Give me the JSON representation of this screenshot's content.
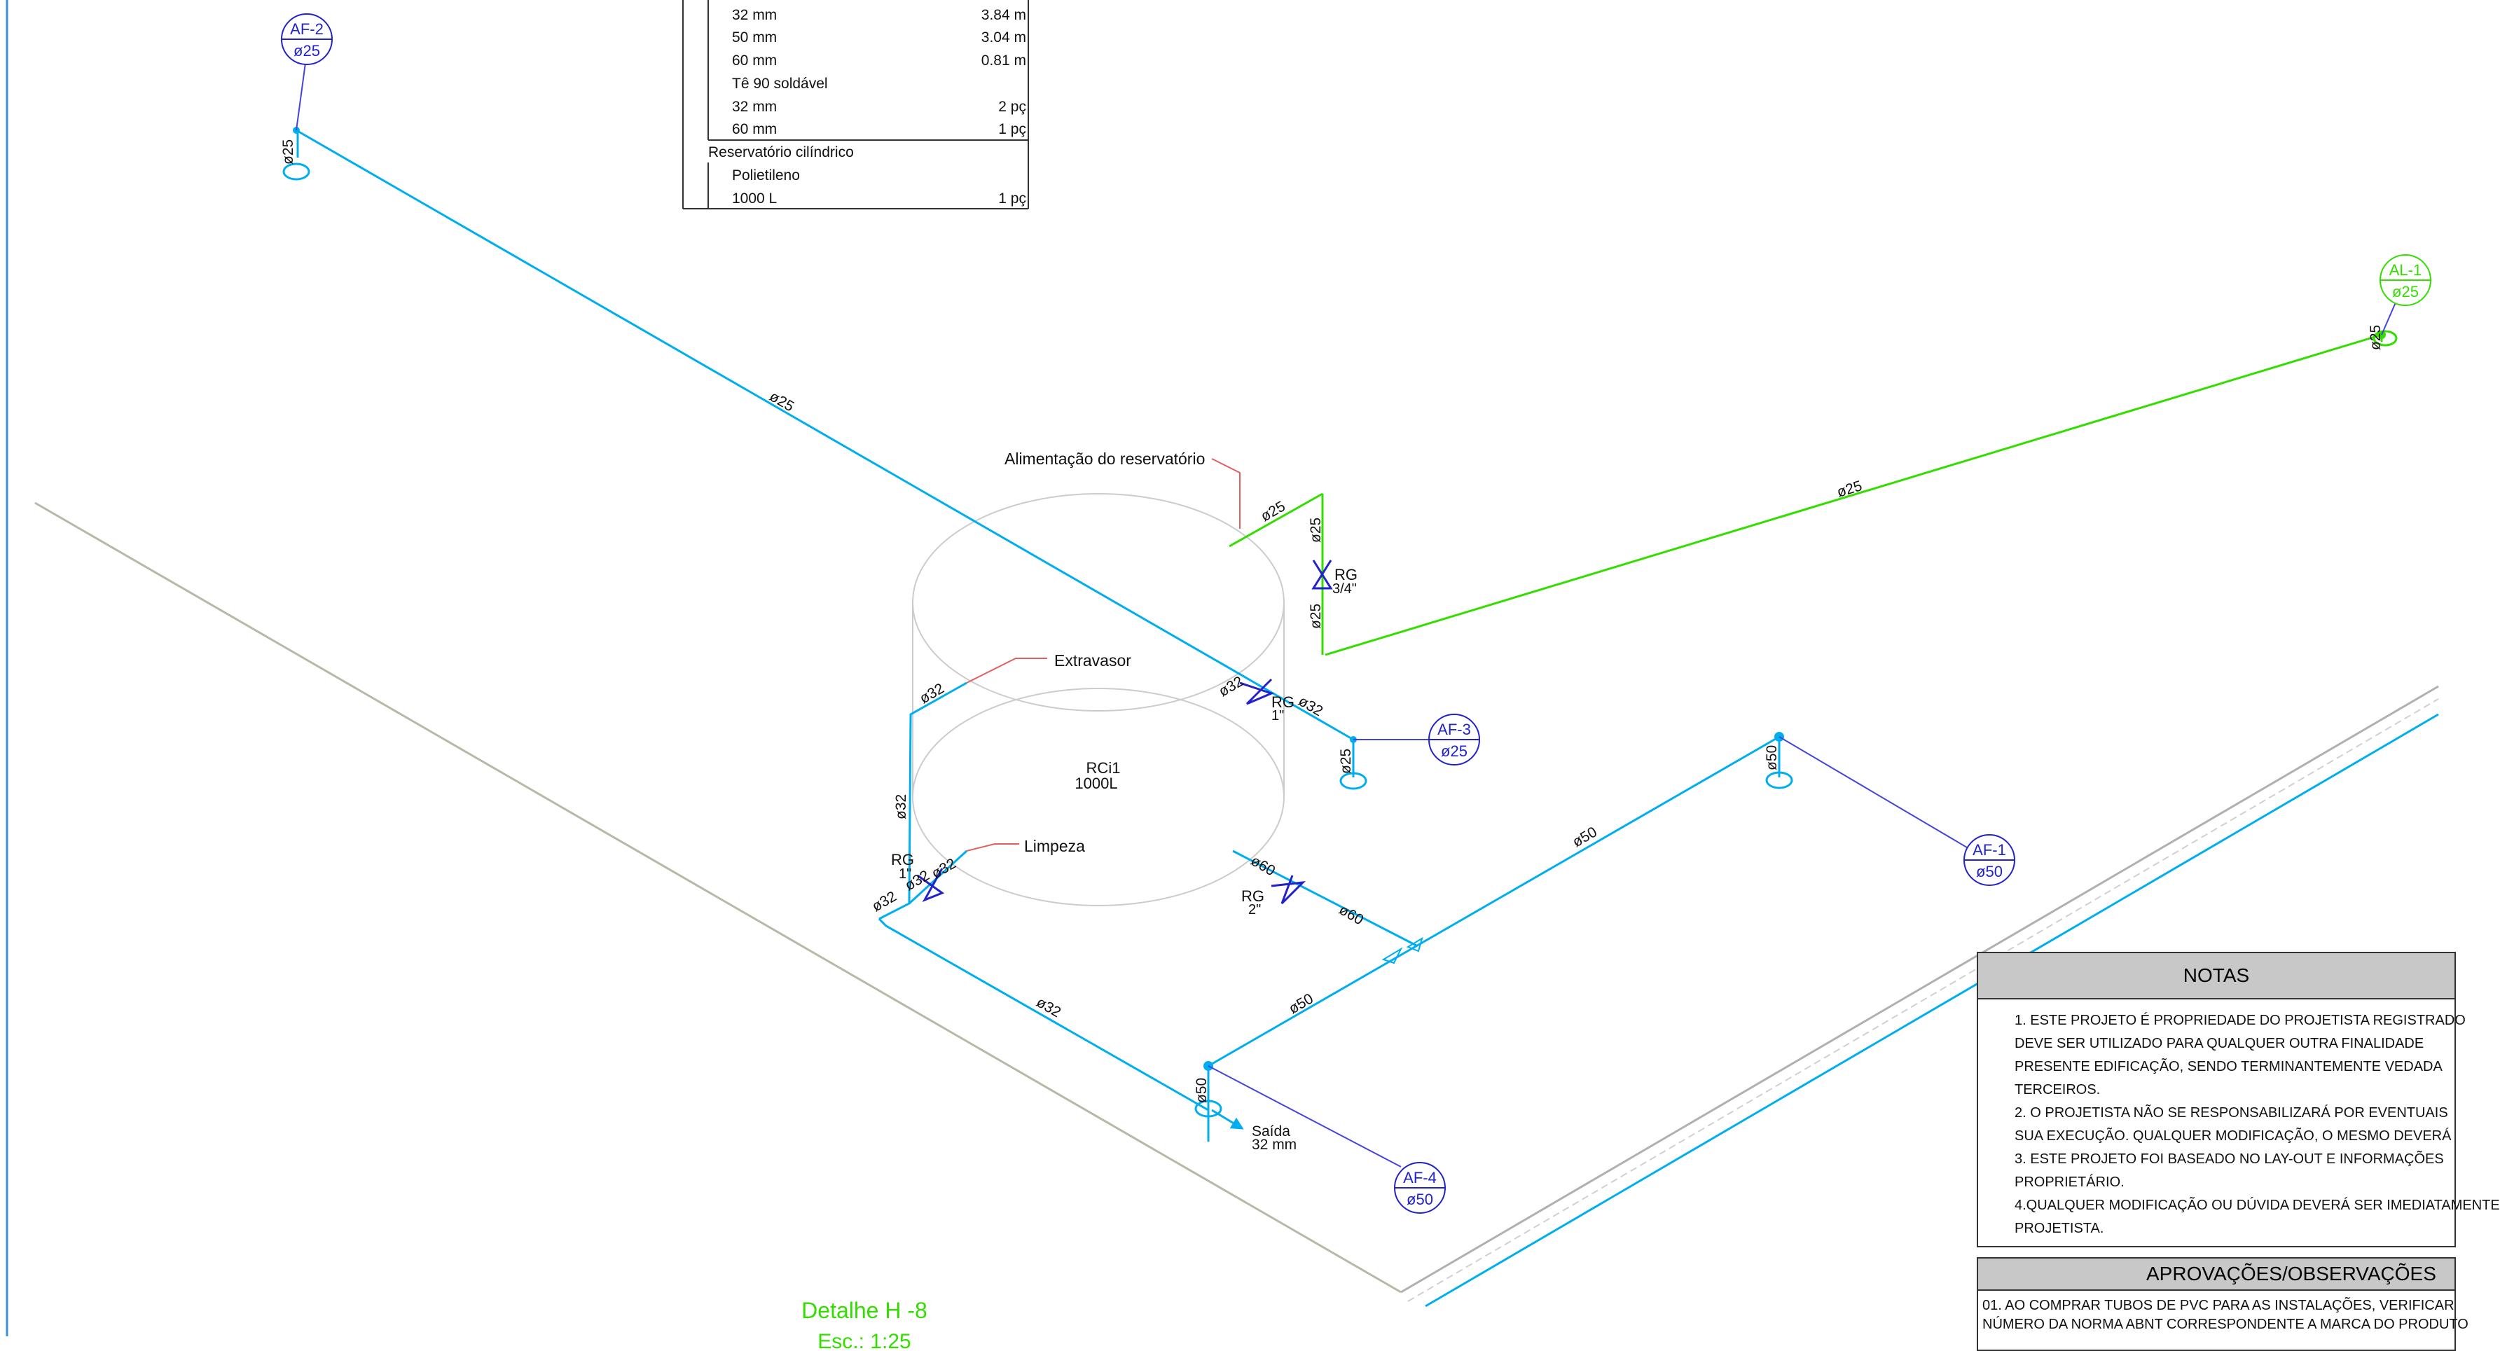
{
  "colors": {
    "water_pipe": "#00aeef",
    "feed_pipe": "#33dd00",
    "leader_line": "#e06060",
    "label_blue": "#2222cc",
    "tank_outline": "#cccccc",
    "detail_title": "#33dd00",
    "border": "#3a8fd8"
  },
  "bom_table": {
    "rows": [
      {
        "label": "32 mm",
        "qty": "3.84 m"
      },
      {
        "label": "50 mm",
        "qty": "3.04 m"
      },
      {
        "label": "60 mm",
        "qty": "0.81 m"
      },
      {
        "label": "Tê 90 soldável",
        "qty": ""
      },
      {
        "label": "32 mm",
        "qty": "2 pç"
      },
      {
        "label": "60 mm",
        "qty": "1 pç"
      },
      {
        "label": "Reservatório cilíndrico",
        "qty": ""
      },
      {
        "label": "Polietileno",
        "qty": ""
      },
      {
        "label": "1000 L",
        "qty": "1 pç"
      }
    ]
  },
  "points": {
    "af2": {
      "code": "AF-2",
      "dia": "ø25"
    },
    "al1": {
      "code": "AL-1",
      "dia": "ø25"
    },
    "af3": {
      "code": "AF-3",
      "dia": "ø25"
    },
    "af1": {
      "code": "AF-1",
      "dia": "ø50"
    },
    "af4": {
      "code": "AF-4",
      "dia": "ø50"
    }
  },
  "labels": {
    "alimentacao": "Alimentação do reservatório",
    "extravasor": "Extravasor",
    "limpeza": "Limpeza",
    "tank_name": "RCi1",
    "tank_capacity": "1000L",
    "saida_title": "Saída",
    "saida_size": "32 mm",
    "rg": "RG",
    "rg_34": "3/4\"",
    "rg_1": "1\"",
    "rg_2": "2\"",
    "d25": "ø25",
    "d32": "ø32",
    "d50": "ø50",
    "d60": "ø60"
  },
  "detail": {
    "title": "Detalhe H -8",
    "scale": "Esc.: 1:25"
  },
  "notes": {
    "title": "NOTAS",
    "lines": [
      "1. ESTE PROJETO É PROPRIEDADE DO PROJETISTA REGISTRADO",
      "DEVE SER UTILIZADO PARA QUALQUER OUTRA FINALIDADE",
      "PRESENTE EDIFICAÇÃO, SENDO TERMINANTEMENTE VEDADA",
      "TERCEIROS.",
      "2. O PROJETISTA NÃO SE RESPONSABILIZARÁ POR EVENTUAIS",
      "SUA EXECUÇÃO. QUALQUER MODIFICAÇÃO, O MESMO DEVERÁ",
      "3. ESTE PROJETO FOI BASEADO NO LAY-OUT E INFORMAÇÕES",
      "PROPRIETÁRIO.",
      "4.QUALQUER MODIFICAÇÃO OU DÚVIDA DEVERÁ SER IMEDIATAMENTE",
      "PROJETISTA."
    ]
  },
  "approvals": {
    "title": "APROVAÇÕES/OBSERVAÇÕES",
    "lines": [
      "01. AO COMPRAR TUBOS DE PVC PARA AS INSTALAÇÕES, VERIFICAR",
      "NÚMERO DA NORMA ABNT CORRESPONDENTE A MARCA DO PRODUTO"
    ]
  }
}
